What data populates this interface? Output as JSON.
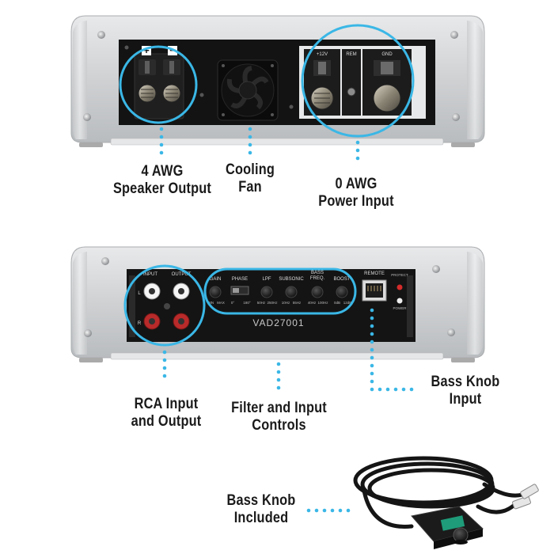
{
  "callouts": {
    "speaker_output": {
      "line1": "4 AWG",
      "line2": "Speaker Output"
    },
    "cooling_fan": {
      "line1": "Cooling",
      "line2": "Fan"
    },
    "power_input": {
      "line1": "0 AWG",
      "line2": "Power Input"
    },
    "rca": {
      "line1": "RCA Input",
      "line2": "and Output"
    },
    "filters": {
      "line1": "Filter and Input",
      "line2": "Controls"
    },
    "bass_knob_input": {
      "line1": "Bass Knob",
      "line2": "Input"
    },
    "bass_knob_included": {
      "line1": "Bass Knob",
      "line2": "Included"
    }
  },
  "panel_top": {
    "plus": "+",
    "minus": "−",
    "v12": "+12V",
    "rem": "REM",
    "gnd": "GND"
  },
  "panel_bottom": {
    "model": "VAD27001",
    "input": "INPUT",
    "output": "OUTPUT",
    "l": "L",
    "r": "R",
    "gain": "GAIN",
    "phase": "PHASE",
    "lpf": "LPF",
    "subsonic": "SUBSONIC",
    "bass_freq_1": "BASS",
    "bass_freq_2": "FREQ.",
    "boost": "BOOST",
    "remote": "REMOTE",
    "protect": "PROTECT",
    "power": "POWER",
    "min": "MIN",
    "max": "MAX",
    "lpf_lo": "50Hz",
    "lpf_hi": "250Hz",
    "sub_lo": "10Hz",
    "sub_hi": "55Hz",
    "bf_lo": "40Hz",
    "bf_hi": "100Hz",
    "boost_lo": "0dB",
    "boost_hi": "12dB",
    "deg0": "0°",
    "deg180": "180°"
  },
  "colors": {
    "accent": "#3ab7e6",
    "chassis": "#d4d6d8",
    "panel": "#141414"
  }
}
